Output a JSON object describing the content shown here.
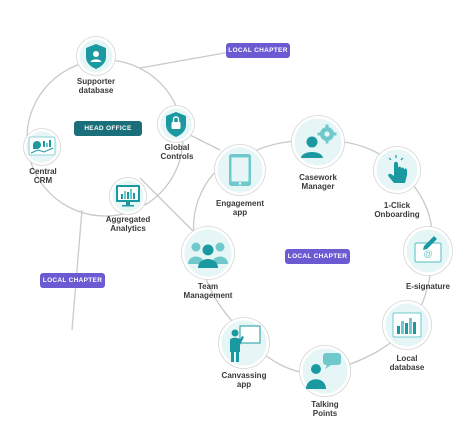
{
  "colors": {
    "line": "#c9c9c9",
    "node_fill": "#e6f6f7",
    "node_ring": "#ffffff",
    "teal": "#1a9aa0",
    "teal_light": "#6fc9cc",
    "head_office_fill": "#1b6f7a",
    "local_chapter_fill": "#6b5bd2",
    "text": "#3a3a3a"
  },
  "badges": {
    "head_office": "HEAD OFFICE",
    "local_chapter_top": "LOCAL CHAPTER",
    "local_chapter_left": "LOCAL CHAPTER",
    "local_chapter_center": "LOCAL CHAPTER"
  },
  "nodes": {
    "supporter_database": {
      "label": "Supporter\ndatabase",
      "icon": "shield-user-icon"
    },
    "global_controls": {
      "label": "Global\nControls",
      "icon": "shield-lock-icon"
    },
    "central_crm": {
      "label": "Central\nCRM",
      "icon": "crm-dashboard-icon"
    },
    "aggregated_analytics": {
      "label": "Aggregated\nAnalytics",
      "icon": "bar-chart-monitor-icon"
    },
    "engagement_app": {
      "label": "Engagement\napp",
      "icon": "tablet-icon"
    },
    "casework_manager": {
      "label": "Casework\nManager",
      "icon": "user-gear-icon"
    },
    "one_click_onboarding": {
      "label": "1-Click\nOnboarding",
      "icon": "tap-hand-icon"
    },
    "e_signature": {
      "label": "E-signature",
      "icon": "envelope-pen-icon"
    },
    "local_database": {
      "label": "Local\ndatabase",
      "icon": "bar-chart-screen-icon"
    },
    "talking_points": {
      "label": "Talking\nPoints",
      "icon": "speech-person-icon"
    },
    "canvassing_app": {
      "label": "Canvassing\napp",
      "icon": "presenter-board-icon"
    },
    "team_management": {
      "label": "Team\nManagement",
      "icon": "team-group-icon"
    }
  }
}
